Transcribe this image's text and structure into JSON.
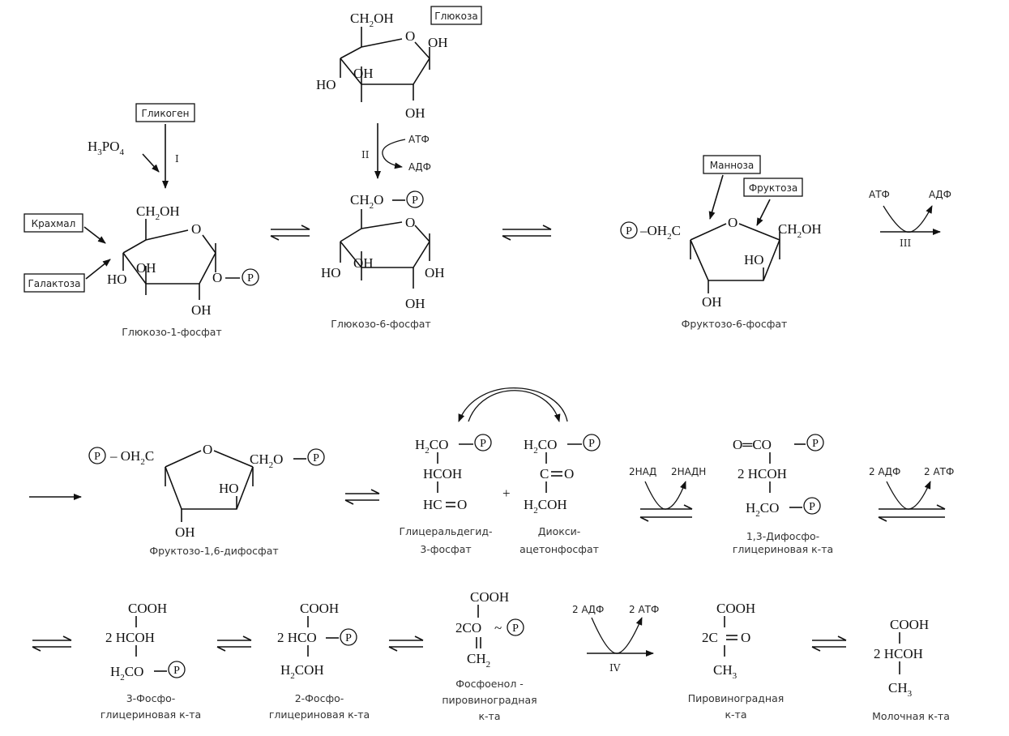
{
  "boxes": {
    "glucose": "Глюкоза",
    "glycogen": "Гликоген",
    "starch": "Крахмал",
    "galactose": "Галактоза",
    "mannose": "Манноза",
    "fructose": "Фруктоза"
  },
  "reagents": {
    "h3po4": "H",
    "h3po4_3": "3",
    "h3po4_po": "PO",
    "h3po4_4": "4",
    "atp": "АТФ",
    "adp": "АДФ",
    "nad2": "2НАД",
    "nadh2": "2НАДН",
    "adp2": "2 АДФ",
    "atp2": "2 АТФ"
  },
  "steps": {
    "I": "I",
    "II": "II",
    "III": "III",
    "IV": "IV"
  },
  "compounds": {
    "g1p": "Глюкозо-1-фосфат",
    "g6p": "Глюкозо-6-фосфат",
    "f6p": "Фруктозо-6-фосфат",
    "f16bp": "Фруктозо-1,6-дифосфат",
    "gap_1": "Глицеральдегид-",
    "gap_2": "3-фосфат",
    "dhap_1": "Диокси-",
    "dhap_2": "ацетонфосфат",
    "bpg_1": "1,3-Дифосфо-",
    "bpg_2": "глицериновая к-та",
    "pg3_1": "3-Фосфо-",
    "pg3_2": "глицериновая к-та",
    "pg2_1": "2-Фосфо-",
    "pg2_2": "глицериновая к-та",
    "pep_1": "Фосфоенол -",
    "pep_2": "пировиноградная",
    "pep_3": "к-та",
    "pyr_1": "Пировиноградная",
    "pyr_2": "к-та",
    "lac": "Молочная к-та"
  },
  "glyphs": {
    "P": "P",
    "OH": "OH",
    "HO": "HO",
    "O": "O",
    "CH2OH": "CH",
    "sub2": "2",
    "COOH": "COOH",
    "HCOH": "HCOH",
    "HCO": "HCO",
    "H2CO": "H",
    "coef2": "2",
    "HCO_eq": "HC",
    "CO_eq": "C",
    "eqO": "O",
    "CH3": "CH",
    "CH3_3": "3",
    "plus": "+",
    "tilde": "~",
    "OH2C": "OH",
    "CH2O": "CH"
  }
}
